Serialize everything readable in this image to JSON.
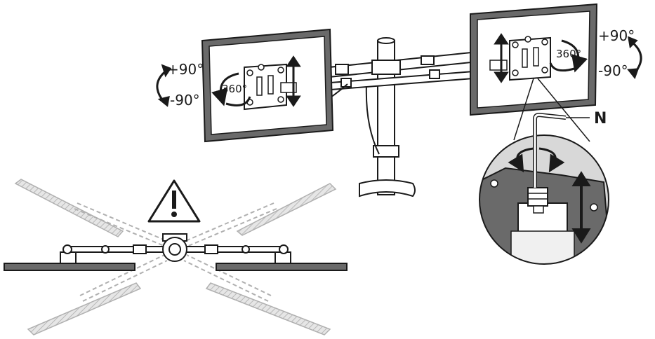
{
  "labels": {
    "left_plus": "+90°",
    "left_minus": "-90°",
    "left_rotate": "360°",
    "right_plus": "+90°",
    "right_minus": "-90°",
    "right_rotate": "360°",
    "tool": "N"
  },
  "colors": {
    "line": "#1a1a1a",
    "frame": "#5a5a5a",
    "ghost": "#b0b0b0",
    "hatch": "#c8c8c8",
    "panel": "#6a6a6a"
  }
}
